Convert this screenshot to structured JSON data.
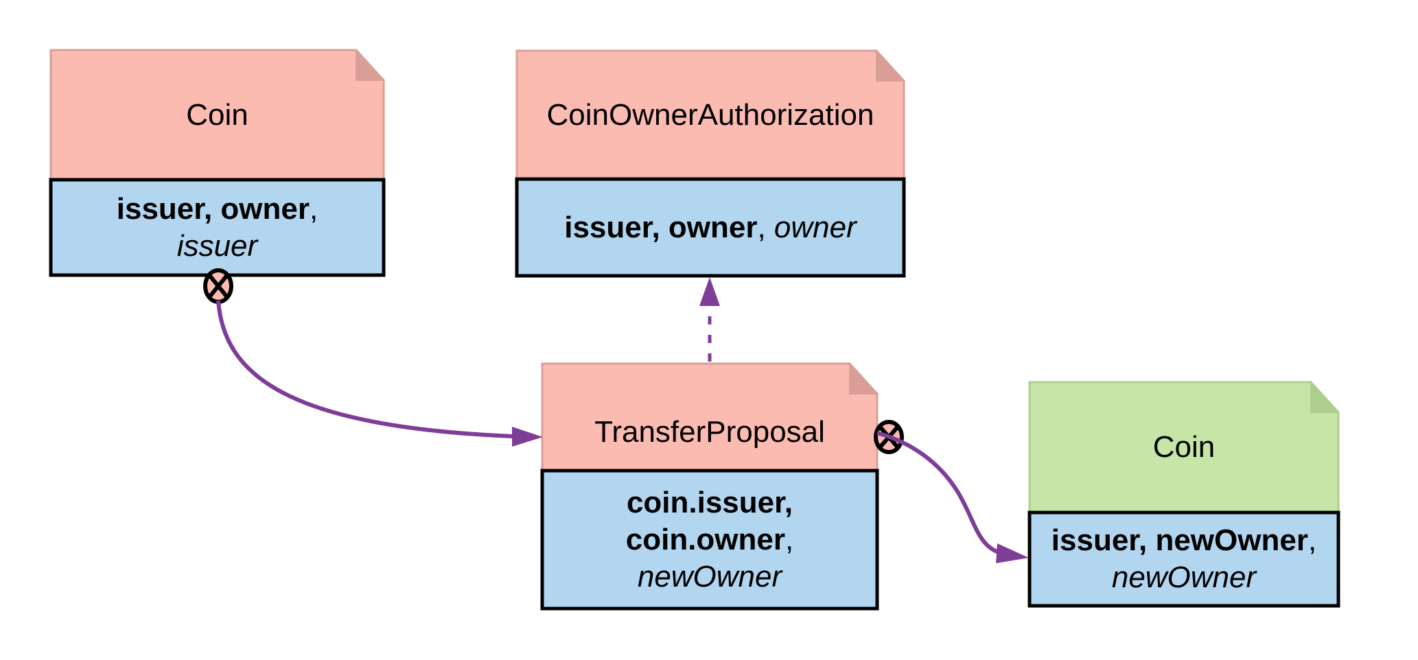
{
  "colors": {
    "note_pink": "#FBBBB1",
    "note_pink_edge": "#D99F97",
    "note_green": "#C6E5A6",
    "note_green_edge": "#AECE8F",
    "body_blue": "#B2D6EF",
    "outline_black": "#000000",
    "arrow_purple": "#7E3D97",
    "background": "#FFFFFF",
    "text_black": "#000000"
  },
  "boxes": {
    "coin_old": {
      "title": "Coin",
      "line1_signatories": "issuer, owner",
      "line1_sep": ",",
      "line2_observer": "issuer"
    },
    "coin_owner_authorization": {
      "title": "CoinOwnerAuthorization",
      "line1_signatories": "issuer, owner",
      "line1_sep": ", ",
      "line1_observer": "owner"
    },
    "transfer_proposal": {
      "title": "TransferProposal",
      "line1_signatory": "coin.issuer,",
      "line2_signatory": "coin.owner",
      "line2_sep": ",",
      "line3_observer": "newOwner"
    },
    "coin_new": {
      "title": "Coin",
      "line1_signatories": "issuer, newOwner",
      "line1_sep": ",",
      "line2_observer": "newOwner"
    }
  }
}
